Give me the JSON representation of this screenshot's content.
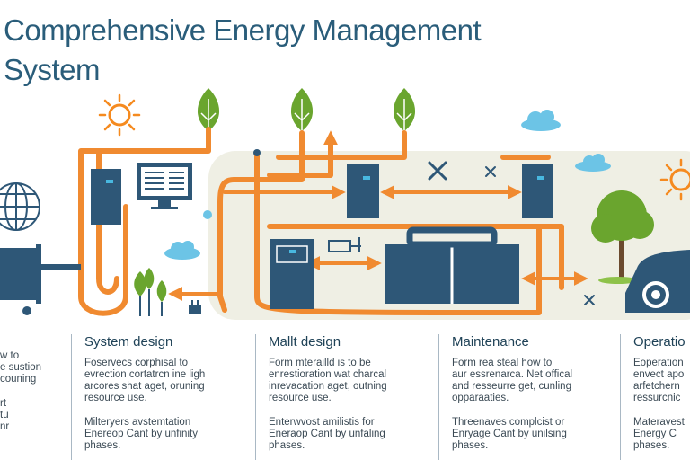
{
  "title": "Comprehensive Energy Management System",
  "columns": [
    {
      "heading": "",
      "para1": "w to\ne sustion\ncouning",
      "para2": "rt\ntu\nnr"
    },
    {
      "heading": "System design",
      "para1": "Foservecs corphisal to\nevrection cortatrcn ine ligh\narcores shat aget, oruning\nresource use.",
      "para2": "Milteryers avstemtation\nEnereop Cant by unfinity\nphases."
    },
    {
      "heading": "Mallt design",
      "para1": "Form mterailld is to be\nenrestioration wat charcal\ninrevacation aget, outning\nresource use.",
      "para2": "Enterwvost amilistis for\nEneraop Cant by unfaling\nphases."
    },
    {
      "heading": "Maintenance",
      "para1": "Form rea steal how to\naur essrenarca. Net offical\nand resseurre get, cunling\nopparaaties.",
      "para2": "Threenaves complcist or\nEnryage Cant by unilsing\nphases."
    },
    {
      "heading": "Operatio",
      "para1": "Eoperation\nenvect apo\narfetchern\nressurcnic",
      "para2": "Materavest\nEnergy C\nphases."
    }
  ],
  "colors": {
    "title": "#2a5d7a",
    "pipe": "#f08a30",
    "device": "#2e5777",
    "screen": "#48b8e0",
    "leaf": "#6aa52e",
    "sun": "#f58a1f",
    "cloud": "#6cc4e6",
    "panel": "#efefe4"
  }
}
